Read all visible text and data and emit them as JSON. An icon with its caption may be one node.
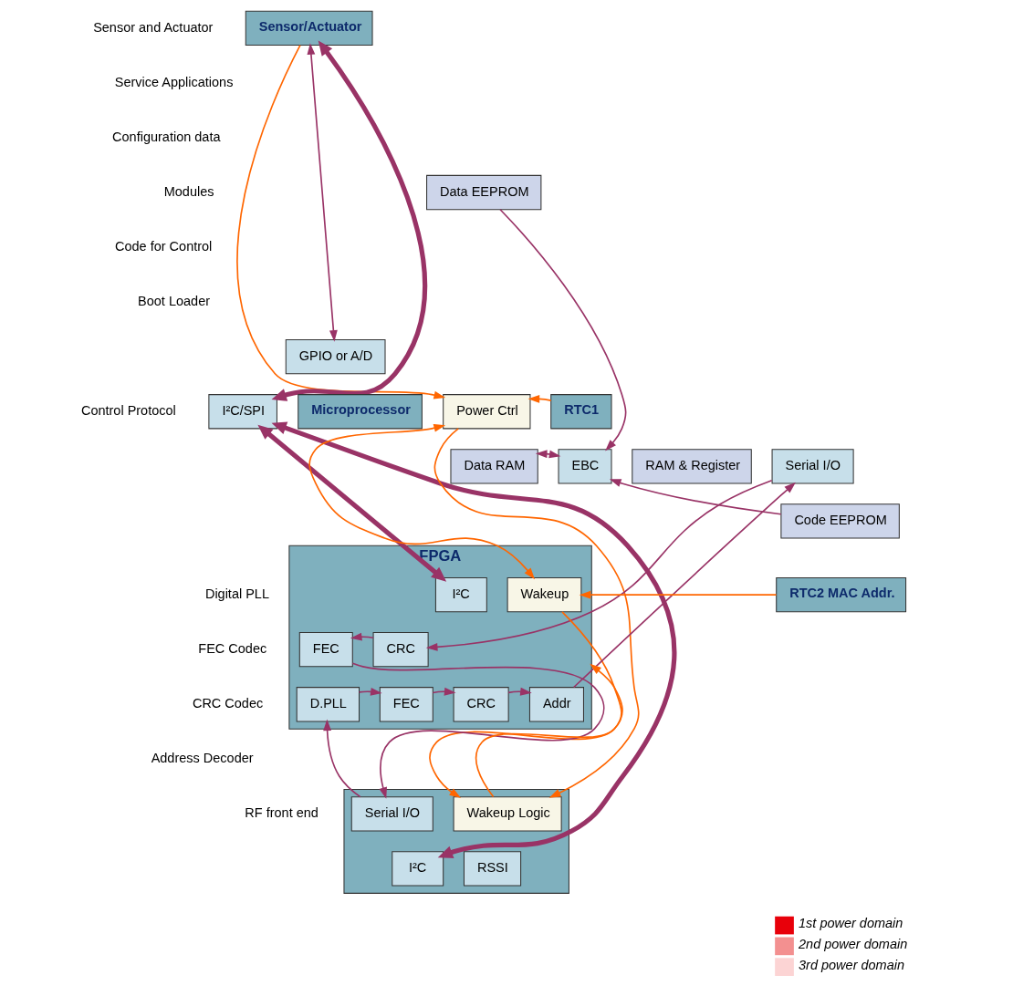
{
  "diagram": {
    "nodes": [
      {
        "text": [
          "Sensor/Actuator"
        ]
      },
      {
        "text": [
          "Data EEPROM"
        ]
      },
      {
        "text": [
          "GPIO or A/D"
        ]
      },
      {
        "text": [
          "I²C/SPI"
        ]
      },
      {
        "text": [
          "Microprocessor"
        ]
      },
      {
        "text": [
          "Power Ctrl"
        ]
      },
      {
        "text": [
          "EBC"
        ]
      },
      {
        "text": [
          "RAM & Register"
        ]
      },
      {
        "text": [
          "Serial I/O"
        ]
      },
      {
        "text": [
          "RTC1"
        ]
      },
      {
        "text": [
          "Data RAM"
        ]
      },
      {
        "text": [
          "Code EEPROM"
        ]
      },
      {
        "text": [
          "FPGA"
        ]
      },
      {
        "text": [
          "I²C"
        ],
        "in": 12
      },
      {
        "text": [
          "Wakeup"
        ],
        "in": 12
      },
      {
        "text": [
          "FEC"
        ],
        "in": 12
      },
      {
        "text": [
          "CRC"
        ],
        "in": 12
      },
      {
        "text": [
          "D.PLL"
        ],
        "in": 12
      },
      {
        "text": [
          "FEC"
        ],
        "in": 12
      },
      {
        "text": [
          "CRC"
        ],
        "in": 12
      },
      {
        "text": [
          "Addr"
        ],
        "in": 12
      },
      {
        "text": [
          "RTC2 MAC Addr."
        ]
      },
      {
        "text": [],
        "shape": "box"
      },
      {
        "text": [
          "Serial I/O"
        ],
        "in": 22
      },
      {
        "text": [
          "Wakeup Logic"
        ],
        "in": 22
      },
      {
        "text": [
          "I²C"
        ],
        "in": 22
      },
      {
        "text": [
          "RSSI"
        ],
        "in": 22
      }
    ],
    "edges": [
      {
        "from": 3,
        "to": 0,
        "arrow": "both",
        "style": "thick"
      },
      {
        "from": 3,
        "to": 13,
        "arrow": "both",
        "style": "thick"
      },
      {
        "from": 3,
        "to": 25,
        "arrow": "both",
        "style": "thick"
      },
      {
        "from": 2,
        "to": 0,
        "arrow": "both"
      },
      {
        "from": 1,
        "to": 6,
        "arrow": "to"
      },
      {
        "from": 6,
        "to": 10,
        "arrow": "both"
      },
      {
        "from": 11,
        "to": 6,
        "arrow": "to"
      },
      {
        "from": 8,
        "to": 16,
        "arrow": "to"
      },
      {
        "from": 20,
        "to": 8,
        "arrow": "to"
      },
      {
        "from": 16,
        "to": 15,
        "arrow": "to"
      },
      {
        "from": 15,
        "to": 23,
        "arrow": "to"
      },
      {
        "from": 23,
        "to": 17,
        "arrow": "to"
      },
      {
        "from": 17,
        "to": 18,
        "arrow": "to"
      },
      {
        "from": 18,
        "to": 19,
        "arrow": "to"
      },
      {
        "from": 19,
        "to": 20,
        "arrow": "to"
      },
      {
        "from": 0,
        "to": 5,
        "arrow": "to",
        "color": "#ff6600"
      },
      {
        "from": 9,
        "to": 5,
        "arrow": "to",
        "color": "#ff6600"
      },
      {
        "from": 5,
        "to": 24,
        "arrow": "to",
        "color": "#ff6600"
      },
      {
        "from": 5,
        "to": 14,
        "arrow": "both",
        "color": "#ff6600"
      },
      {
        "from": 14,
        "to": 24,
        "arrow": "to",
        "color": "#ff6600"
      },
      {
        "from": 21,
        "to": 14,
        "arrow": "to",
        "color": "#ff6600"
      },
      {
        "from": 24,
        "to": 12,
        "arrow": "to",
        "color": "#ff6600"
      }
    ],
    "labels": [
      "Sensor and Actuator",
      "Service Applications",
      "Configuration data",
      "Modules",
      "Code for Control",
      "Boot Loader",
      "Control Protocol",
      "Digital PLL",
      "FEC Codec",
      "CRC Codec",
      "Address Decoder",
      "RF front end"
    ],
    "legend": [
      {
        "text": "1st power domain",
        "color": "#e8000a"
      },
      {
        "text": "2nd power domain",
        "color": "#f39090"
      },
      {
        "text": "3rd power domain",
        "color": "#fcd4d4"
      }
    ]
  }
}
